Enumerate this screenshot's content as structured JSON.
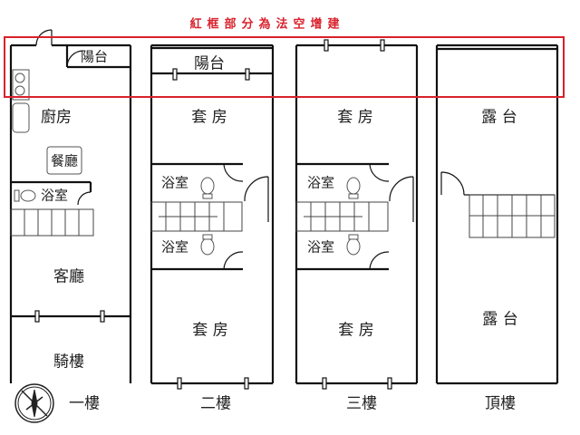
{
  "title": "紅框部分為法空增建",
  "colors": {
    "highlight": "#d9212c",
    "wall": "#111111"
  },
  "floors": [
    {
      "name": "一樓",
      "rooms": [
        "陽台",
        "廚房",
        "餐廳",
        "浴室",
        "客廳",
        "騎樓"
      ]
    },
    {
      "name": "二樓",
      "rooms": [
        "陽台",
        "套 房",
        "浴室",
        "浴室",
        "套 房"
      ]
    },
    {
      "name": "三樓",
      "rooms": [
        "套 房",
        "浴室",
        "浴室",
        "套 房"
      ]
    },
    {
      "name": "頂樓",
      "rooms": [
        "露 台",
        "露 台"
      ]
    }
  ]
}
